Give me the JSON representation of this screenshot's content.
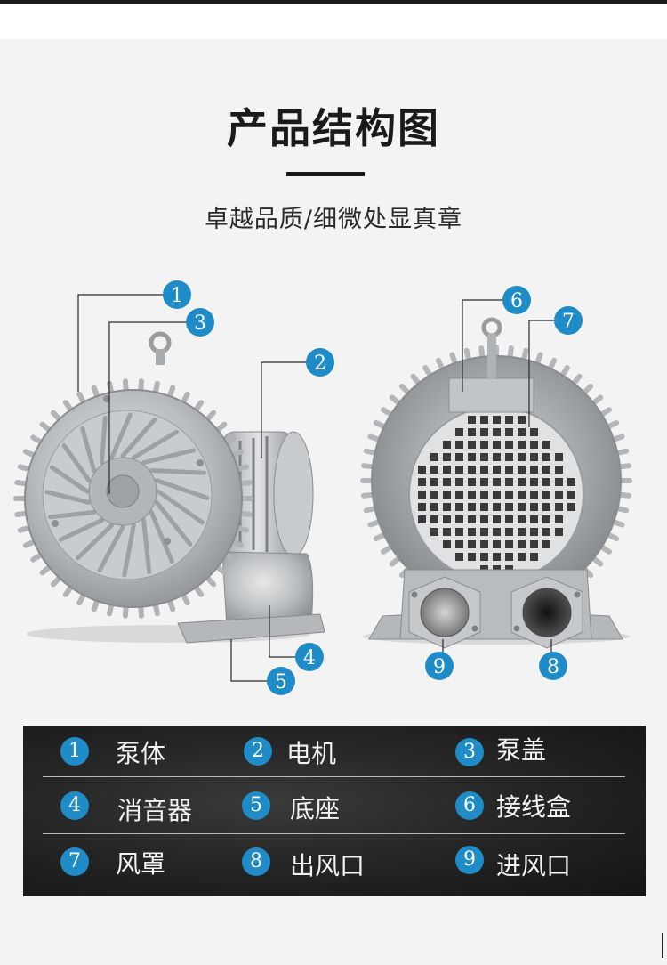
{
  "header": {
    "title": "产品结构图",
    "subtitle": "卓越品质/细微处显真章"
  },
  "colors": {
    "badge": "#1f8bc7",
    "callout_line": "#2b2b2b",
    "legend_bg": "#262626",
    "title_text": "#1a1a1a"
  },
  "callouts": [
    {
      "number": "1",
      "part": "泵体"
    },
    {
      "number": "2",
      "part": "电机"
    },
    {
      "number": "3",
      "part": "泵盖"
    },
    {
      "number": "4",
      "part": "消音器"
    },
    {
      "number": "5",
      "part": "底座"
    },
    {
      "number": "6",
      "part": "接线盒"
    },
    {
      "number": "7",
      "part": "风罩"
    },
    {
      "number": "8",
      "part": "出风口"
    },
    {
      "number": "9",
      "part": "进风口"
    }
  ]
}
